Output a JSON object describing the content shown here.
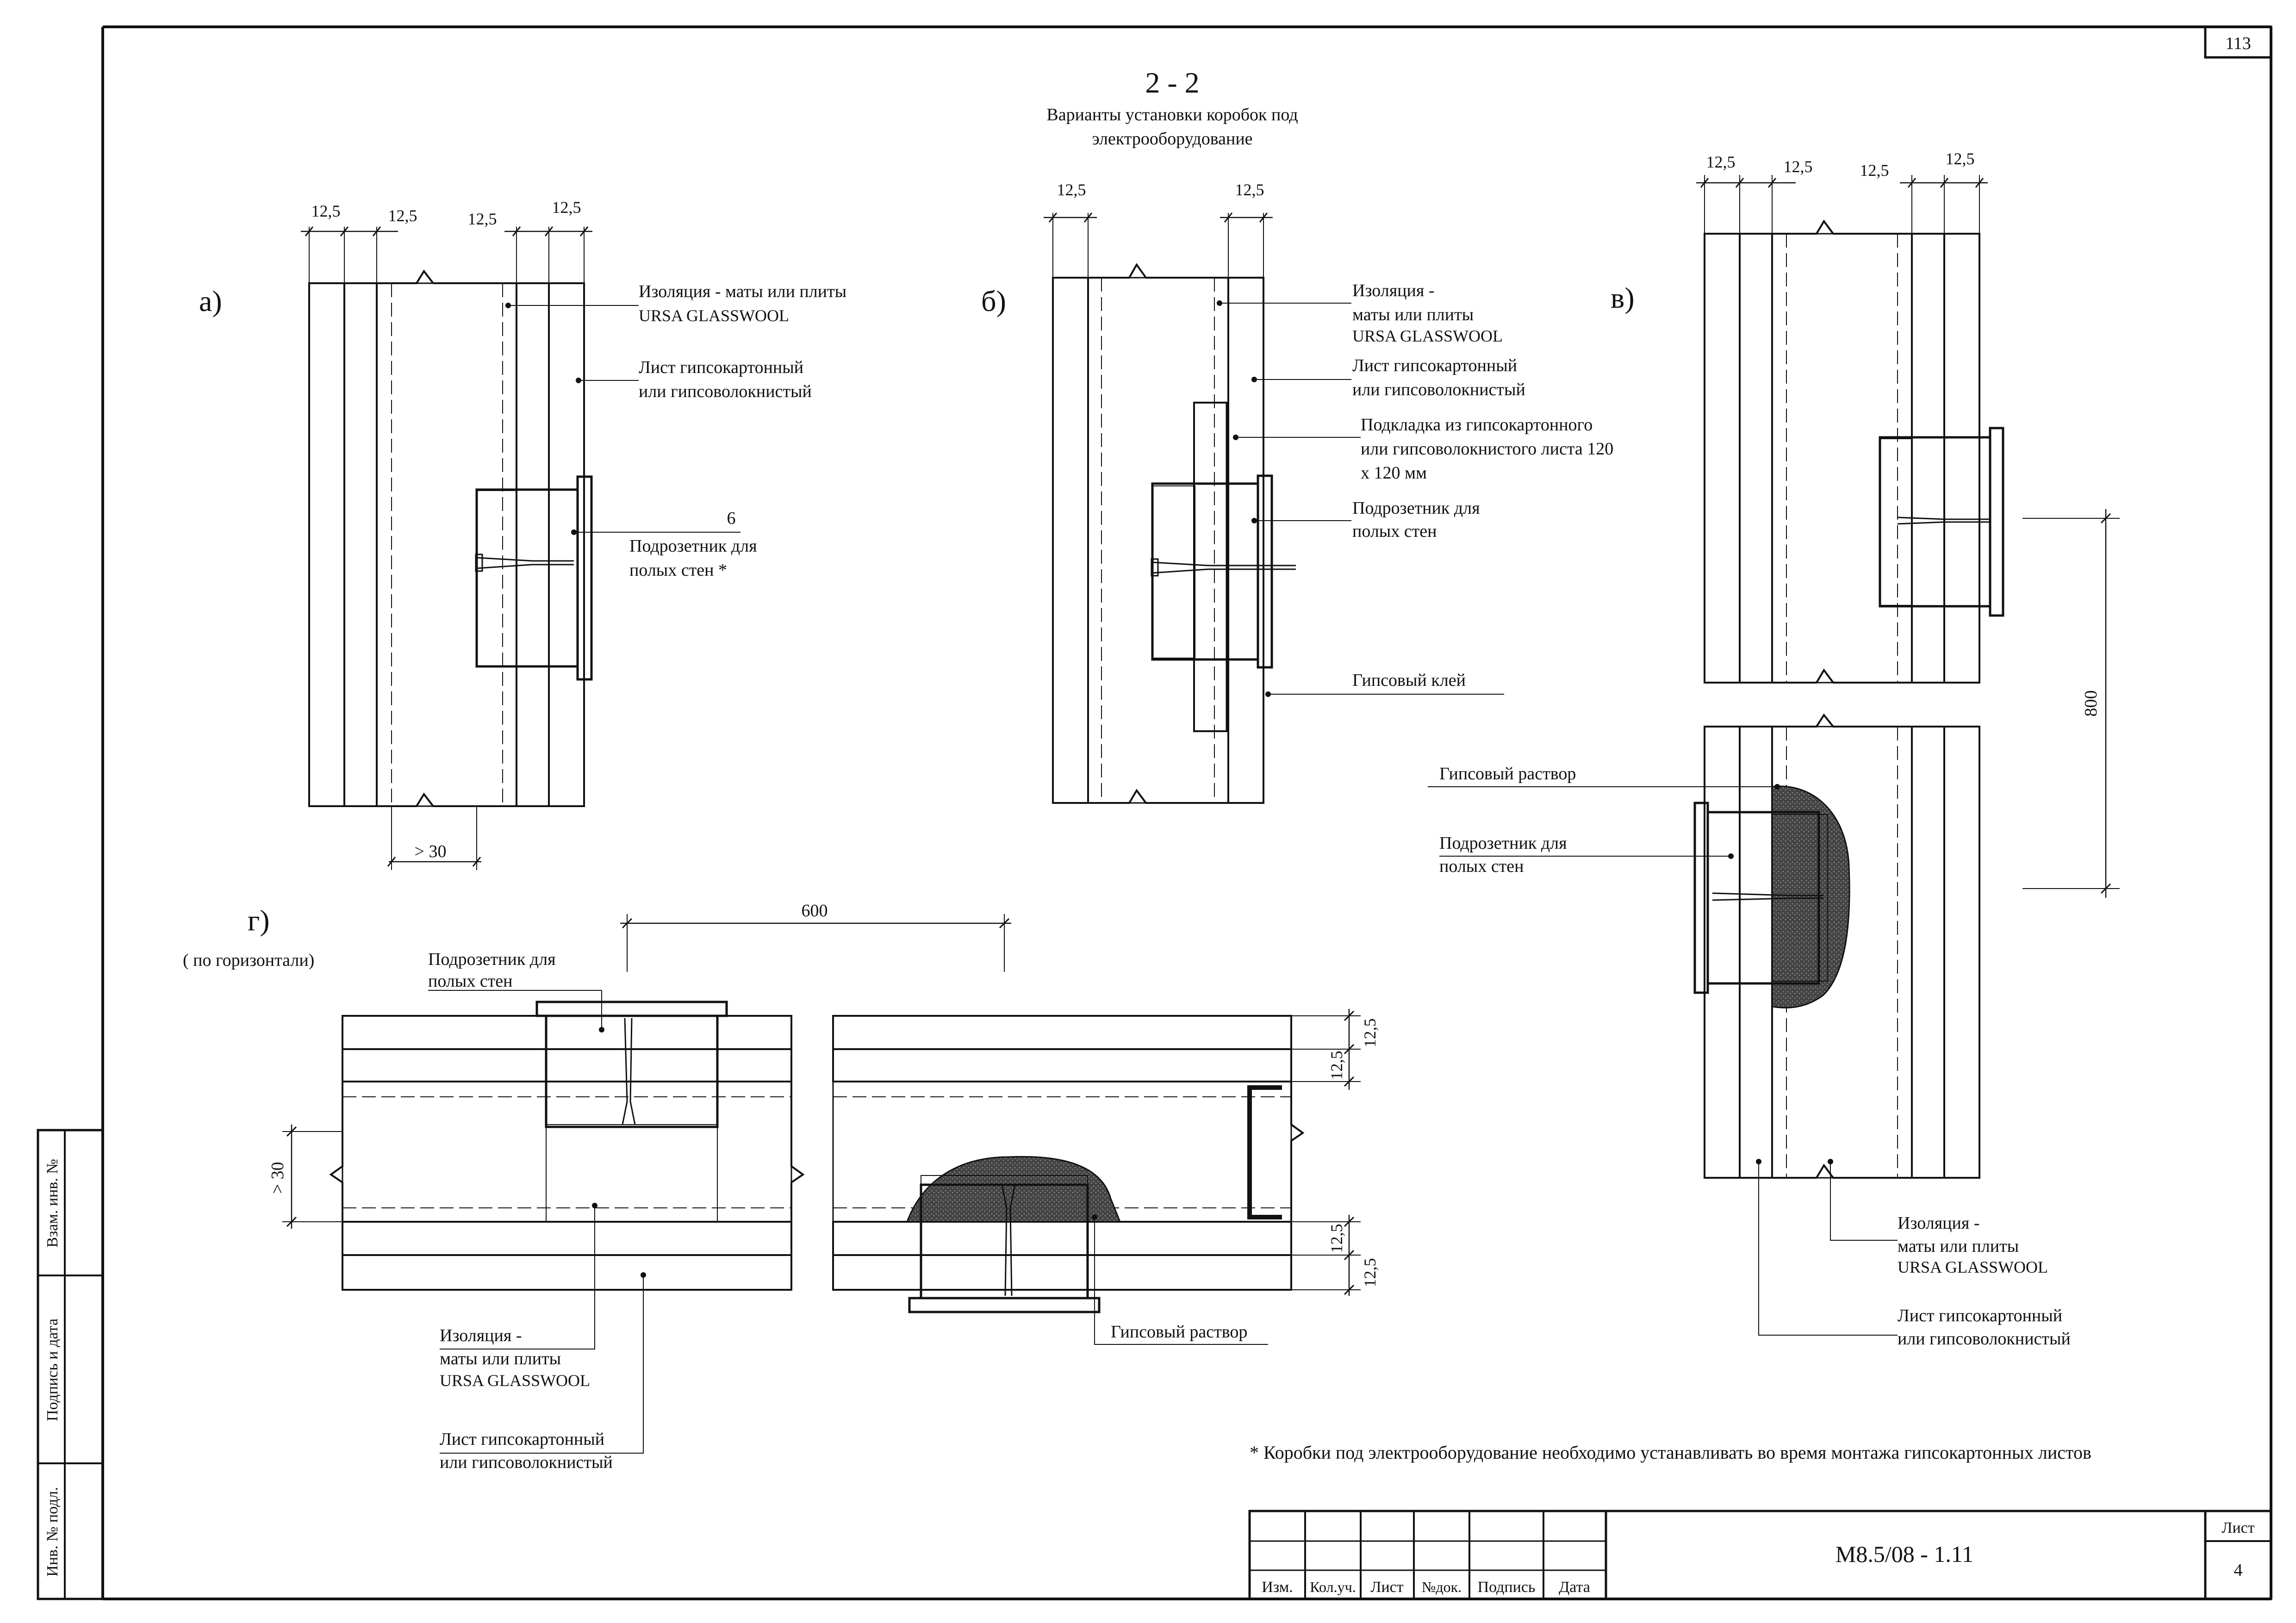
{
  "sheet": {
    "page_number": "113",
    "section_mark": "2 - 2",
    "subtitle_line1": "Варианты установки коробок под",
    "subtitle_line2": "электрооборудование",
    "footnote": "* Коробки под электрооборудование необходимо устанавливать во время монтажа гипсокартонных листов"
  },
  "variant_a": {
    "letter": "а)",
    "dims": [
      "12,5",
      "12,5",
      "12,5",
      "12,5"
    ],
    "gap_dim": "> 30",
    "callout_insulation_1": "Изоляция - маты или плиты",
    "callout_insulation_2": "URSA GLASSWOOL",
    "callout_sheet_1": "Лист гипсокартонный",
    "callout_sheet_2": "или гипсоволокнистый",
    "callout_box_num": "6",
    "callout_box_1": "Подрозетник для",
    "callout_box_2": "полых стен *"
  },
  "variant_b": {
    "letter": "б)",
    "dims": [
      "12,5",
      "12,5"
    ],
    "callout_insulation_1": "Изоляция -",
    "callout_insulation_2": "маты или плиты",
    "callout_insulation_3": "URSA GLASSWOOL",
    "callout_sheet_1": "Лист гипсокартонный",
    "callout_sheet_2": "или гипсоволокнистый",
    "callout_pad_1": "Подкладка из гипсокартонного",
    "callout_pad_2": "или гипсоволокнистого листа 120",
    "callout_pad_3": "х 120 мм",
    "callout_box_1": "Подрозетник для",
    "callout_box_2": "полых стен",
    "callout_glue": "Гипсовый клей"
  },
  "variant_v": {
    "letter": "в)",
    "dims": [
      "12,5",
      "12,5",
      "12,5",
      "12,5"
    ],
    "spacing": "800",
    "callout_mortar": "Гипсовый раствор",
    "callout_box_1": "Подрозетник для",
    "callout_box_2": "полых стен",
    "callout_insulation_1": "Изоляция -",
    "callout_insulation_2": "маты или плиты",
    "callout_insulation_3": "URSA GLASSWOOL",
    "callout_sheet_1": "Лист гипсокартонный",
    "callout_sheet_2": "или гипсоволокнистый"
  },
  "variant_g": {
    "letter": "г)",
    "note": "( по горизонтали)",
    "spacing": "600",
    "gap_dim": "> 30",
    "dims": [
      "12,5",
      "12,5",
      "12,5",
      "12,5"
    ],
    "callout_box_1": "Подрозетник для",
    "callout_box_2": "полых стен",
    "callout_insulation_1": "Изоляция -",
    "callout_insulation_2": "маты или плиты",
    "callout_insulation_3": "URSA GLASSWOOL",
    "callout_sheet_1": "Лист гипсокартонный",
    "callout_sheet_2": "или гипсоволокнистый",
    "callout_mortar": "Гипсовый раствор"
  },
  "side_stamp": {
    "f1": "Взам. инв. №",
    "f2": "Подпись и дата",
    "f3": "Инв. № подл."
  },
  "title_block": {
    "cols": [
      "Изм.",
      "Кол.уч.",
      "Лист",
      "№док.",
      "Подпись",
      "Дата"
    ],
    "code": "М8.5/08 - 1.11",
    "sheet_label": "Лист",
    "sheet_no": "4"
  }
}
